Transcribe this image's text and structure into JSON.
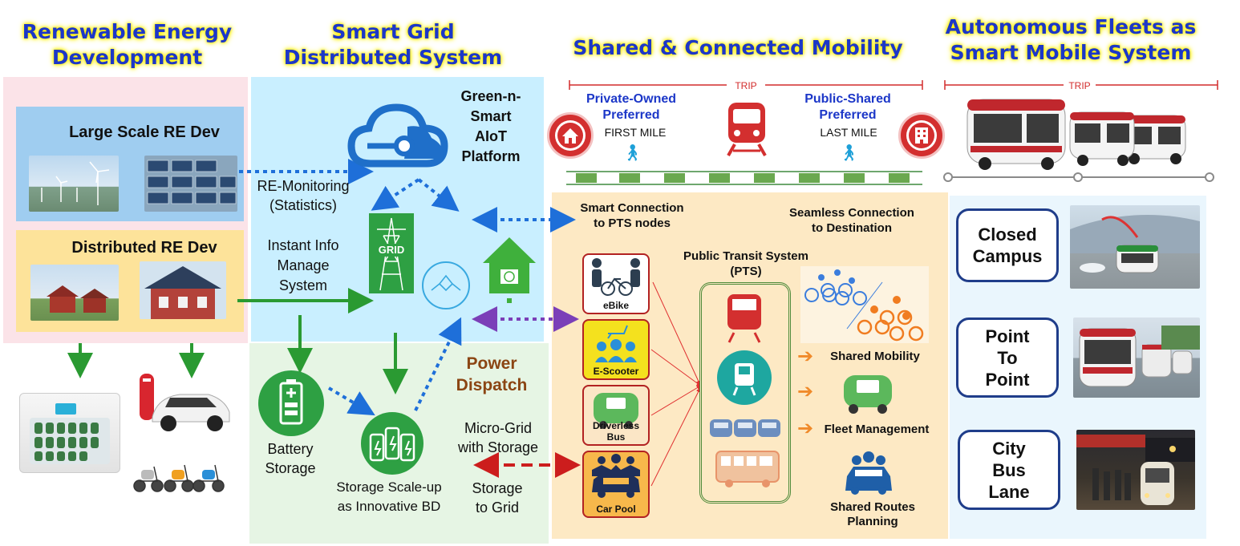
{
  "headers": {
    "renewable": "Renewable Energy\nDevelopment",
    "smart_grid": "Smart Grid\nDistributed System",
    "mobility": "Shared & Connected Mobility",
    "autonomous": "Autonomous Fleets as\nSmart Mobile System"
  },
  "renewable": {
    "large_scale": "Large Scale RE Dev",
    "distributed": "Distributed RE Dev"
  },
  "grid": {
    "platform": "Green-n-\nSmart\nAIoT\nPlatform",
    "re_monitoring": "RE-Monitoring\n(Statistics)",
    "instant_info": "Instant Info\nManage\nSystem",
    "grid_label": "GRID",
    "battery_storage": "Battery\nStorage",
    "storage_scaleup": "Storage Scale-up\nas Innovative BD",
    "power_dispatch": "Power\nDispatch",
    "micro_grid": "Micro-Grid\nwith Storage",
    "storage_to_grid": "Storage\nto Grid"
  },
  "mobility": {
    "trip": "TRIP",
    "private_owned": "Private-Owned\nPreferred",
    "first_mile": "FIRST MILE",
    "public_shared": "Public-Shared\nPreferred",
    "last_mile": "LAST MILE",
    "smart_connection": "Smart Connection\nto PTS nodes",
    "seamless": "Seamless Connection\nto Destination",
    "pts": "Public Transit System\n(PTS)",
    "modes": [
      "eBike",
      "E-Scooter",
      "Driverless Bus",
      "Car Pool"
    ],
    "shared_mobility": "Shared Mobility",
    "fleet_management": "Fleet Management",
    "shared_routes": "Shared Routes\nPlanning"
  },
  "autonomous": {
    "trip": "TRIP",
    "use_cases": [
      "Closed\nCampus",
      "Point\nTo\nPoint",
      "City\nBus\nLane"
    ]
  },
  "colors": {
    "header_blue": "#1c37c8",
    "header_glow": "#fff200",
    "green": "#2ea043",
    "dispatch_brown": "#8b4513",
    "trip_red": "#d22b2b",
    "dotted_blue": "#1e6fd9",
    "dotted_purple": "#7b3fb8"
  }
}
